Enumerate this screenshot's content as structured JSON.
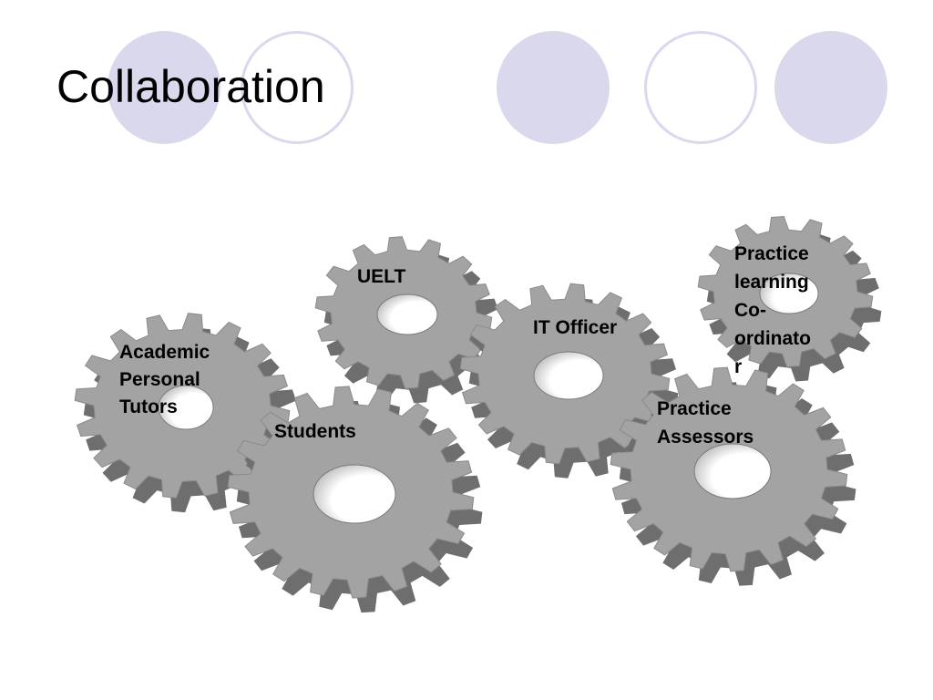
{
  "slide": {
    "title": "Collaboration"
  },
  "colors": {
    "decor_circle": "#d9d8ec",
    "gear_face": "#a3a3a3",
    "gear_side": "#6e6e6e",
    "background": "#ffffff"
  },
  "diagram": {
    "type": "interlocking-gears",
    "gears": [
      {
        "id": "academic",
        "lines": [
          "Academic",
          "Personal",
          "Tutors"
        ]
      },
      {
        "id": "students",
        "lines": [
          "Students"
        ]
      },
      {
        "id": "uelt",
        "lines": [
          "UELT"
        ]
      },
      {
        "id": "it-officer",
        "lines": [
          "IT Officer"
        ]
      },
      {
        "id": "practice-coordinator",
        "lines": [
          "Practice",
          "learning",
          "Co-",
          "ordinato",
          "r"
        ]
      },
      {
        "id": "practice-assessors",
        "lines": [
          "Practice",
          "Assessors"
        ]
      }
    ]
  }
}
